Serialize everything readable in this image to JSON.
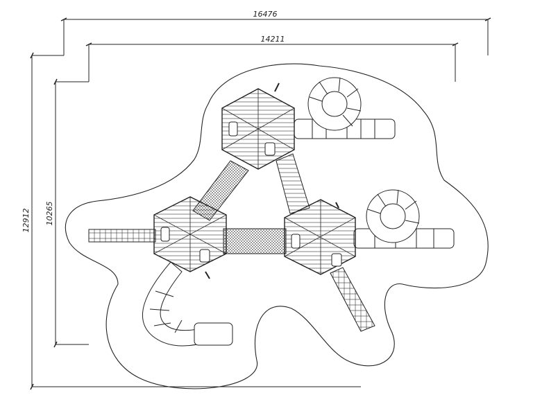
{
  "drawing": {
    "type": "playground plan view",
    "line_color": "#1a1a1a",
    "background": "#ffffff"
  },
  "dimensions": {
    "overall_width": "16476",
    "inner_width": "14211",
    "overall_height": "12912",
    "inner_height": "10265"
  }
}
